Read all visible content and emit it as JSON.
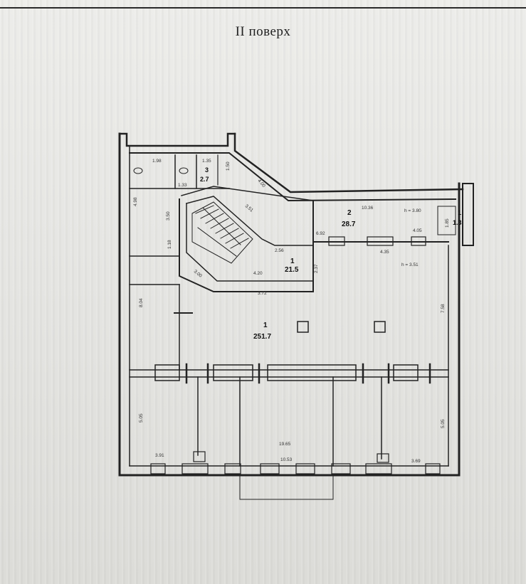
{
  "title": "II поверх",
  "rooms": {
    "main": {
      "num": "1",
      "area": "251.7"
    },
    "corridor": {
      "num": "1",
      "area": "21.5"
    },
    "room2": {
      "num": "2",
      "area": "28.7"
    },
    "room3": {
      "num": "3",
      "area": "2.7"
    },
    "small": {
      "num": "1",
      "area": "1.3"
    }
  },
  "heights": {
    "room2": "h = 3.80",
    "main": "h = 3.51"
  },
  "dims": {
    "d198": "1.98",
    "d135": "1.35",
    "d133": "1.33",
    "d150": "1.50",
    "d400": "4.00",
    "d498": "4.98",
    "d350": "3.50",
    "d351": "3.51",
    "d1036": "10.36",
    "d185": "1.85",
    "d118": "1.18",
    "d256": "2.56",
    "d692": "6.92",
    "d405": "4.05",
    "d435": "4.35",
    "d300": "3.00",
    "d420": "4.20",
    "d237": "2.37",
    "d372": "3.72",
    "d804": "8.04",
    "d758": "7.58",
    "d505l": "5.05",
    "d505r": "5.05",
    "d1965": "19.65",
    "d391": "3.91",
    "d1053": "10.53",
    "d369": "3.69"
  }
}
